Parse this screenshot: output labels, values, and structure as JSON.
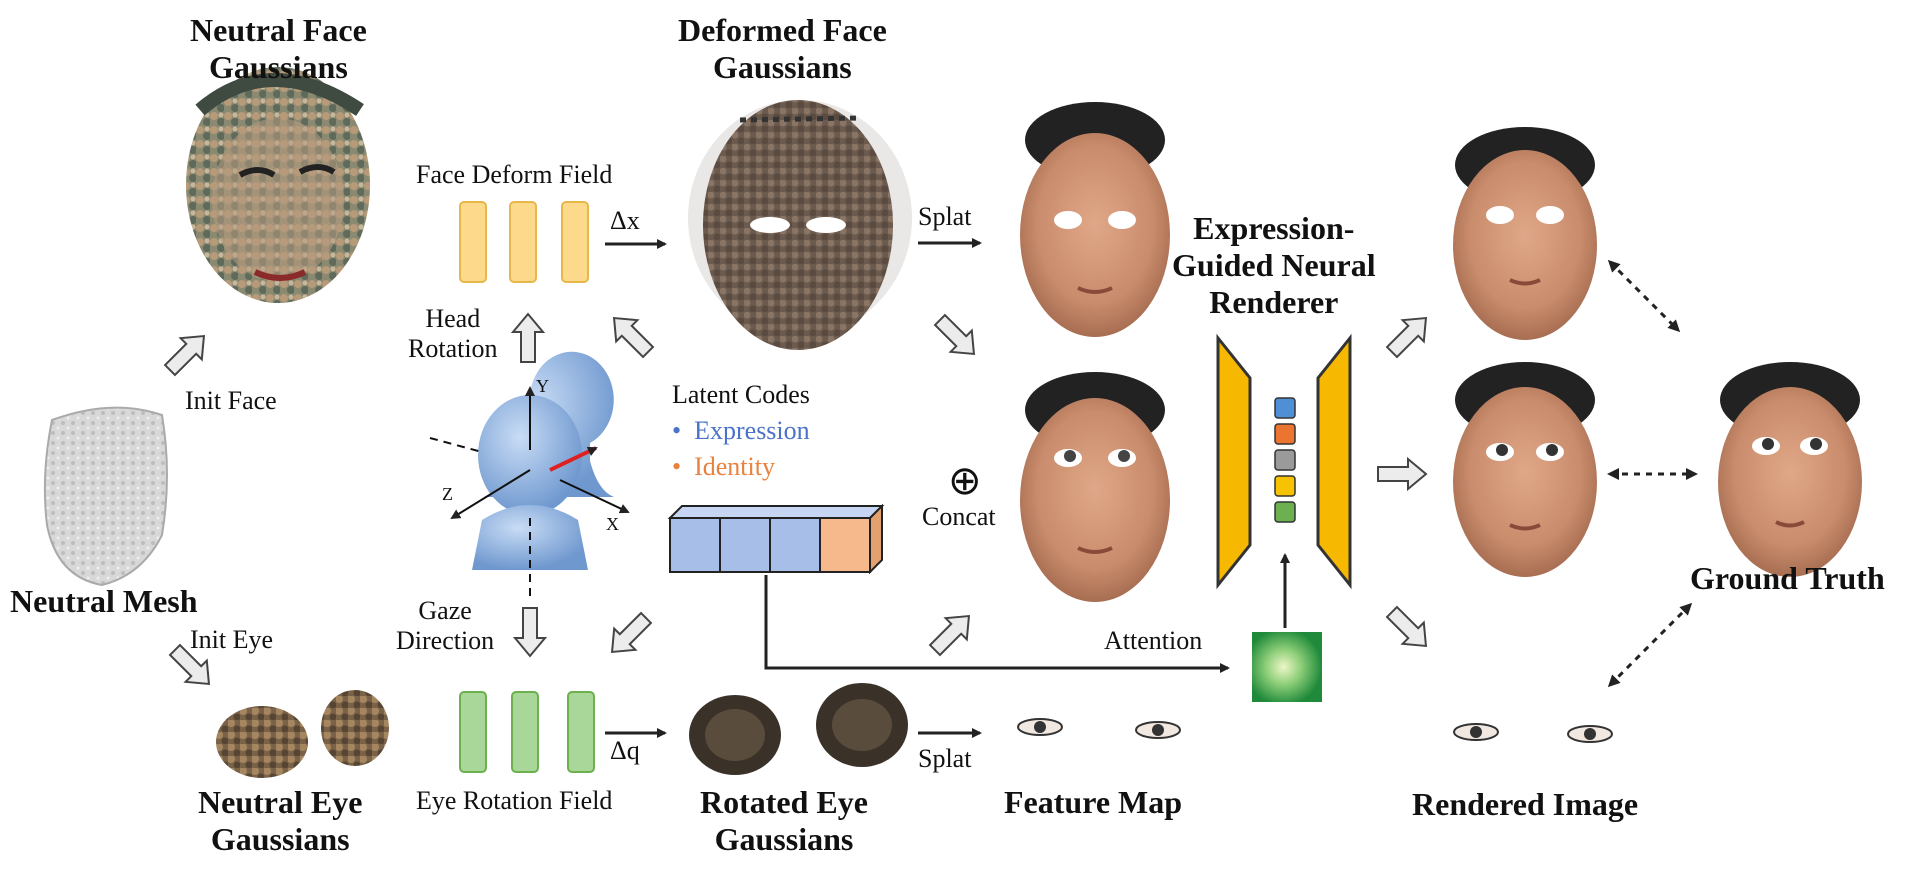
{
  "labels": {
    "neutral_face_gaussians": [
      "Neutral Face",
      "Gaussians"
    ],
    "deformed_face_gaussians": [
      "Deformed Face",
      "Gaussians"
    ],
    "face_deform_field": "Face Deform Field",
    "delta_x": "Δx",
    "splat_top": "Splat",
    "head_rotation": [
      "Head",
      "Rotation"
    ],
    "init_face": "Init Face",
    "neutral_mesh": "Neutral Mesh",
    "init_eye": "Init Eye",
    "axis_y": "Y",
    "axis_z": "Z",
    "axis_x": "X",
    "latent_codes": "Latent Codes",
    "expression": "Expression",
    "identity": "Identity",
    "concat_symbol": "⊕",
    "concat": "Concat",
    "gaze_direction": [
      "Gaze",
      "Direction"
    ],
    "delta_q": "Δq",
    "splat_bottom": "Splat",
    "attention": "Attention",
    "renderer": [
      "Expression-",
      "Guided Neural",
      "Renderer"
    ],
    "ground_truth": "Ground Truth",
    "neutral_eye_gaussians": [
      "Neutral Eye",
      "Gaussians"
    ],
    "eye_rotation_field": "Eye Rotation Field",
    "rotated_eye_gaussians": [
      "Rotated Eye",
      "Gaussians"
    ],
    "feature_map": "Feature Map",
    "rendered_image": "Rendered Image"
  },
  "colors": {
    "face_field": "#fdd98b",
    "eye_field": "#a9d79a",
    "expression_code": "#a7bfe8",
    "identity_code": "#f6b98c",
    "renderer": "#f6b800",
    "chip_blue": "#4e8fd6",
    "chip_orange": "#ec7431",
    "chip_gray": "#9a9a9a",
    "chip_yellow": "#f7c202",
    "chip_green": "#6cb04f",
    "skin": "#c98c6c",
    "hair": "#222222"
  }
}
